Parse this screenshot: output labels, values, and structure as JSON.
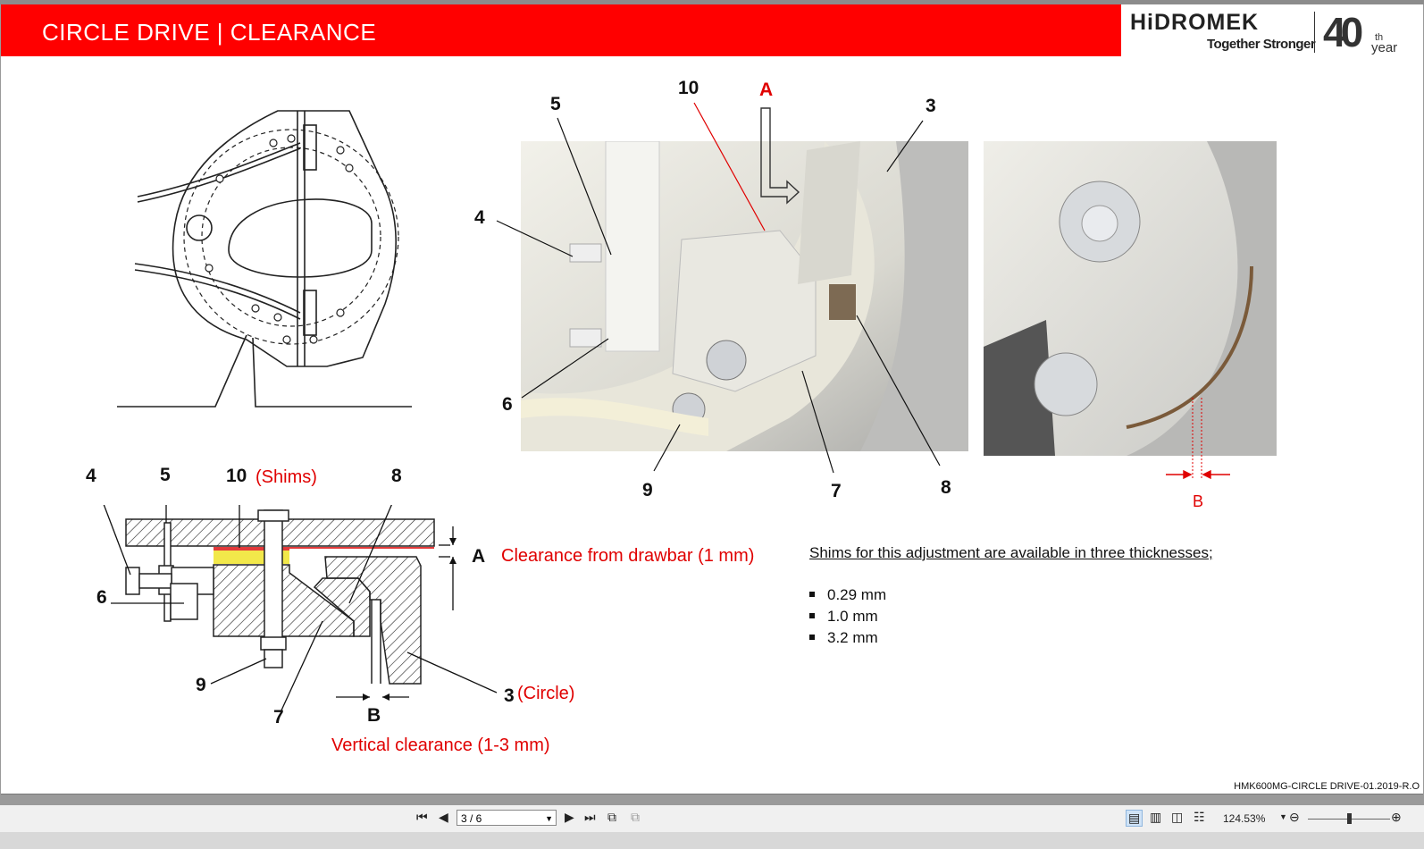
{
  "header": {
    "title": "CIRCLE DRIVE | CLEARANCE"
  },
  "logo": {
    "brand": "HiDROMEK",
    "tagline": "Together Stronger",
    "anniversary": "40",
    "ordinal": "th",
    "unit": "year"
  },
  "photo_labels": {
    "l5": "5",
    "l10": "10",
    "lA": "A",
    "l3": "3",
    "l4": "4",
    "l6": "6",
    "l9": "9",
    "l7": "7",
    "l8": "8",
    "lB": "B"
  },
  "section_labels": {
    "l4": "4",
    "l5": "5",
    "l10": "10",
    "shims": "(Shims)",
    "l8": "8",
    "l6": "6",
    "lA": "A",
    "clearance_drawbar": "Clearance from drawbar (1 mm)",
    "l9": "9",
    "l7": "7",
    "lB": "B",
    "l3": "3",
    "circle": "(Circle)",
    "vertical_clearance": "Vertical clearance (1-3 mm)"
  },
  "shims_info": {
    "title": "Shims for this adjustment are available in three thicknesses;",
    "items": [
      "0.29 mm",
      "1.0 mm",
      "3.2 mm"
    ]
  },
  "doc_id": "HMK600MG-CIRCLE DRIVE-01.2019-R.O",
  "toolbar": {
    "page": "3 / 6",
    "zoom": "124.53%"
  },
  "colors": {
    "title_bar": "#ff0000",
    "callout_red": "#e00000",
    "shim_yellow": "#f2e84a"
  }
}
